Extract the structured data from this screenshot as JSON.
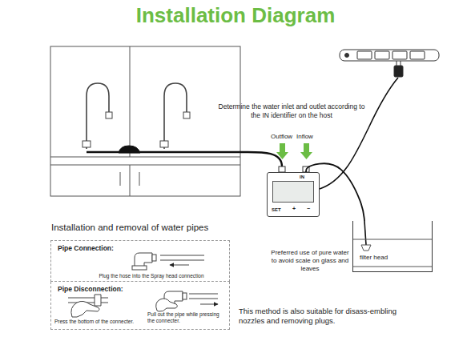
{
  "diagram": {
    "title": "Installation Diagram",
    "nodes": [
      {
        "text": [
          "IN",
          "SET",
          "+",
          "−"
        ]
      },
      {
        "text": [
          "filter head"
        ]
      },
      {
        "text": [
          "Pipe Connection:",
          "Plug the hose into the Spray head connection"
        ]
      },
      {
        "text": [
          "Pipe Disconnection:",
          "Press the bottom of the connecter.",
          "Pull out the pipe while pressing the connecter."
        ]
      }
    ],
    "edges": [
      {
        "from": 1,
        "to": 0,
        "arrow": "none"
      }
    ],
    "labels": [
      "Outflow",
      "Inflow",
      "Determine the water inlet and outlet according to the IN identifier on the host",
      "Preferred use of pure water to avoid scale on glass and leaves",
      "Installation and removal of water pipes",
      "This method is also suitable for disass-embling nozzles and removing plugs."
    ]
  }
}
